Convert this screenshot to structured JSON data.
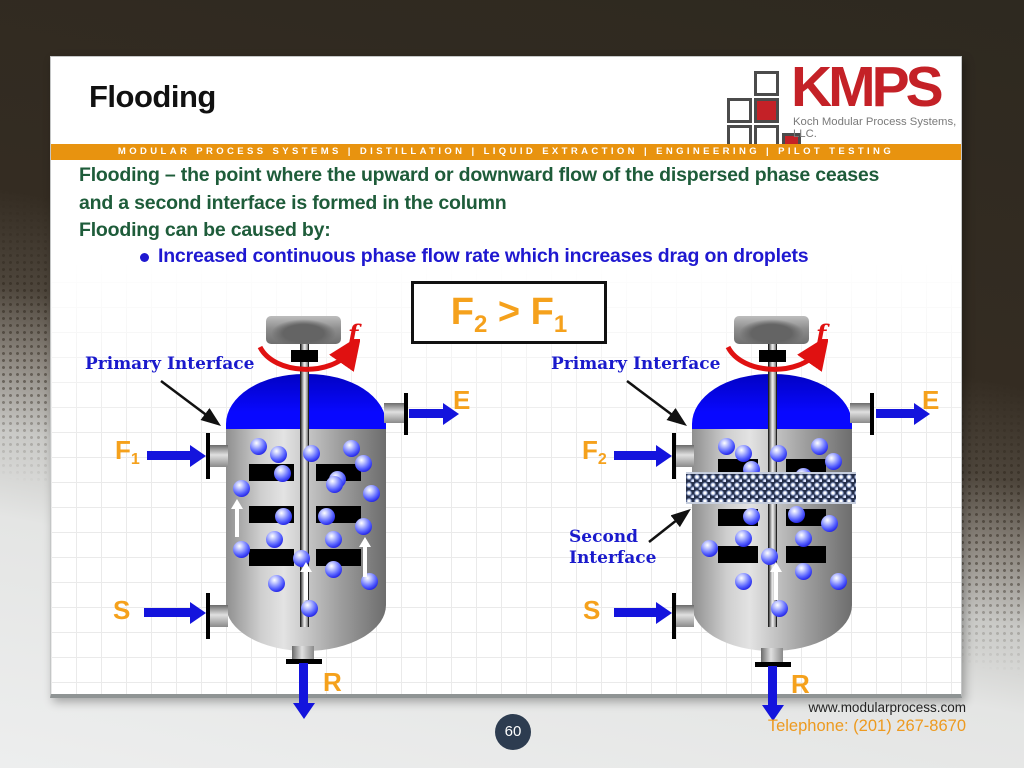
{
  "title": "Flooding",
  "logo": {
    "name": "KMPS",
    "subtitle": "Koch Modular Process Systems, LLC."
  },
  "banner": "MODULAR PROCESS SYSTEMS | DISTILLATION | LIQUID EXTRACTION | ENGINEERING | PILOT TESTING",
  "definition": {
    "line1": "Flooding – the point where the upward or downward flow of the dispersed phase ceases",
    "line2": "and a second interface is formed in the column",
    "heading": "Flooding can be caused by:",
    "bullet": "Increased continuous phase flow rate which increases drag on droplets"
  },
  "formula": {
    "lhs_base": "F",
    "lhs_sub": "2",
    "operator": ">",
    "rhs_base": "F",
    "rhs_sub": "1"
  },
  "left_column": {
    "primary_interface": "Primary Interface",
    "feed_base": "F",
    "feed_sub": "1",
    "extract": "E",
    "solvent": "S",
    "raffinate": "R",
    "agitation": "f"
  },
  "right_column": {
    "primary_interface": "Primary Interface",
    "second_interface_line1": "Second",
    "second_interface_line2": "Interface",
    "feed_base": "F",
    "feed_sub": "2",
    "extract": "E",
    "solvent": "S",
    "raffinate": "R",
    "agitation": "f"
  },
  "footer": {
    "page_number": "60",
    "website": "www.modularprocess.com",
    "telephone": "Telephone: (201) 267-8670"
  },
  "colors": {
    "banner_orange": "#E8930F",
    "accent_orange": "#F5A11C",
    "brand_red": "#C42127",
    "deep_green": "#1E5C3A",
    "bullet_blue": "#1F18D0",
    "label_blue": "#1A1ACC",
    "arrow_blue": "#1414DD",
    "vessel_blue": "#0404EE",
    "arc_red": "#E01111",
    "page_circle_navy": "#2D3C50"
  }
}
